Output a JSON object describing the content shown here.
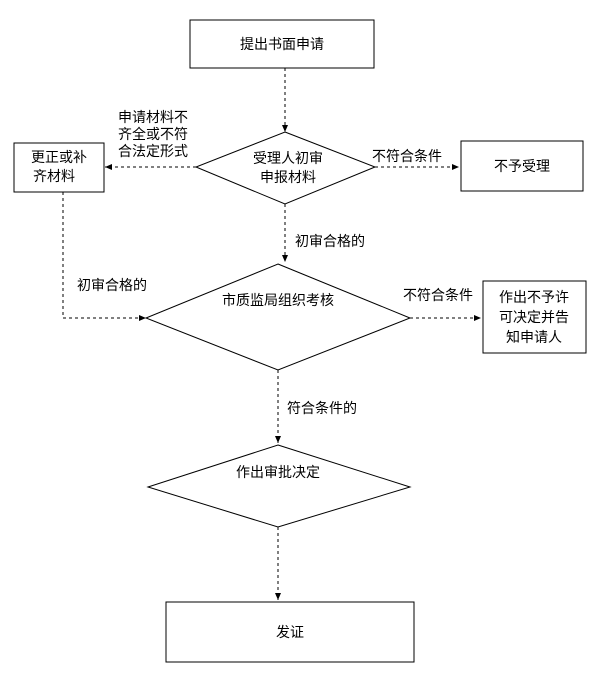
{
  "nodes": {
    "submit": "提出书面申请",
    "accept_line1": "受理人初审",
    "accept_line2": "申报材料",
    "correct_line1": "更正或补",
    "correct_line2": "齐材料",
    "reject": "不予受理",
    "review": "市质监局组织考核",
    "notify_line1": "作出不予许",
    "notify_line2": "可决定并告",
    "notify_line3": "知申请人",
    "decide": "作出审批决定",
    "issue": "发证"
  },
  "edges": {
    "incomplete_line1": "申请材料不",
    "incomplete_line2": "齐全或不符",
    "incomplete_line3": "合法定形式",
    "noncompliant_1": "不符合条件",
    "passed_1": "初审合格的",
    "passed_2": "初审合格的",
    "noncompliant_2": "不符合条件",
    "compliant": "符合条件的"
  }
}
